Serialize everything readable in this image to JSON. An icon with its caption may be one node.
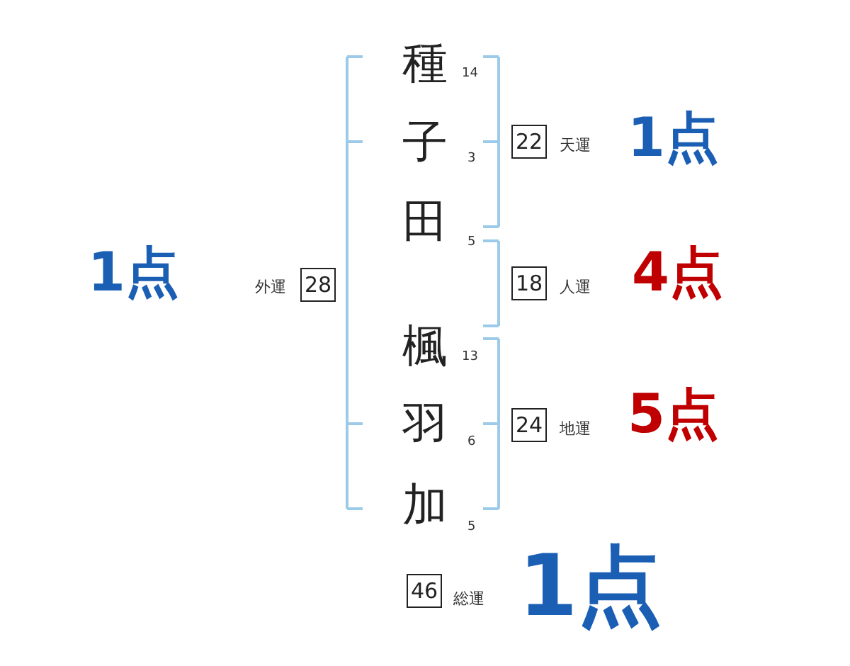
{
  "diagram": {
    "nodes": [
      {
        "text": [
          "22"
        ],
        "beside": [
          "天運",
          "1点"
        ]
      },
      {
        "text": [
          "28"
        ],
        "beside": [
          "1点",
          "外運"
        ]
      },
      {
        "text": [
          "18"
        ],
        "beside": [
          "人運",
          "4点"
        ]
      },
      {
        "text": [
          "24"
        ],
        "beside": [
          "地運",
          "5点"
        ]
      },
      {
        "text": [
          "46"
        ],
        "beside": [
          "総運",
          "1点"
        ]
      }
    ],
    "labels": [
      "種",
      "14",
      "子",
      "3",
      "田",
      "5",
      "楓",
      "13",
      "羽",
      "6",
      "加",
      "5"
    ]
  }
}
